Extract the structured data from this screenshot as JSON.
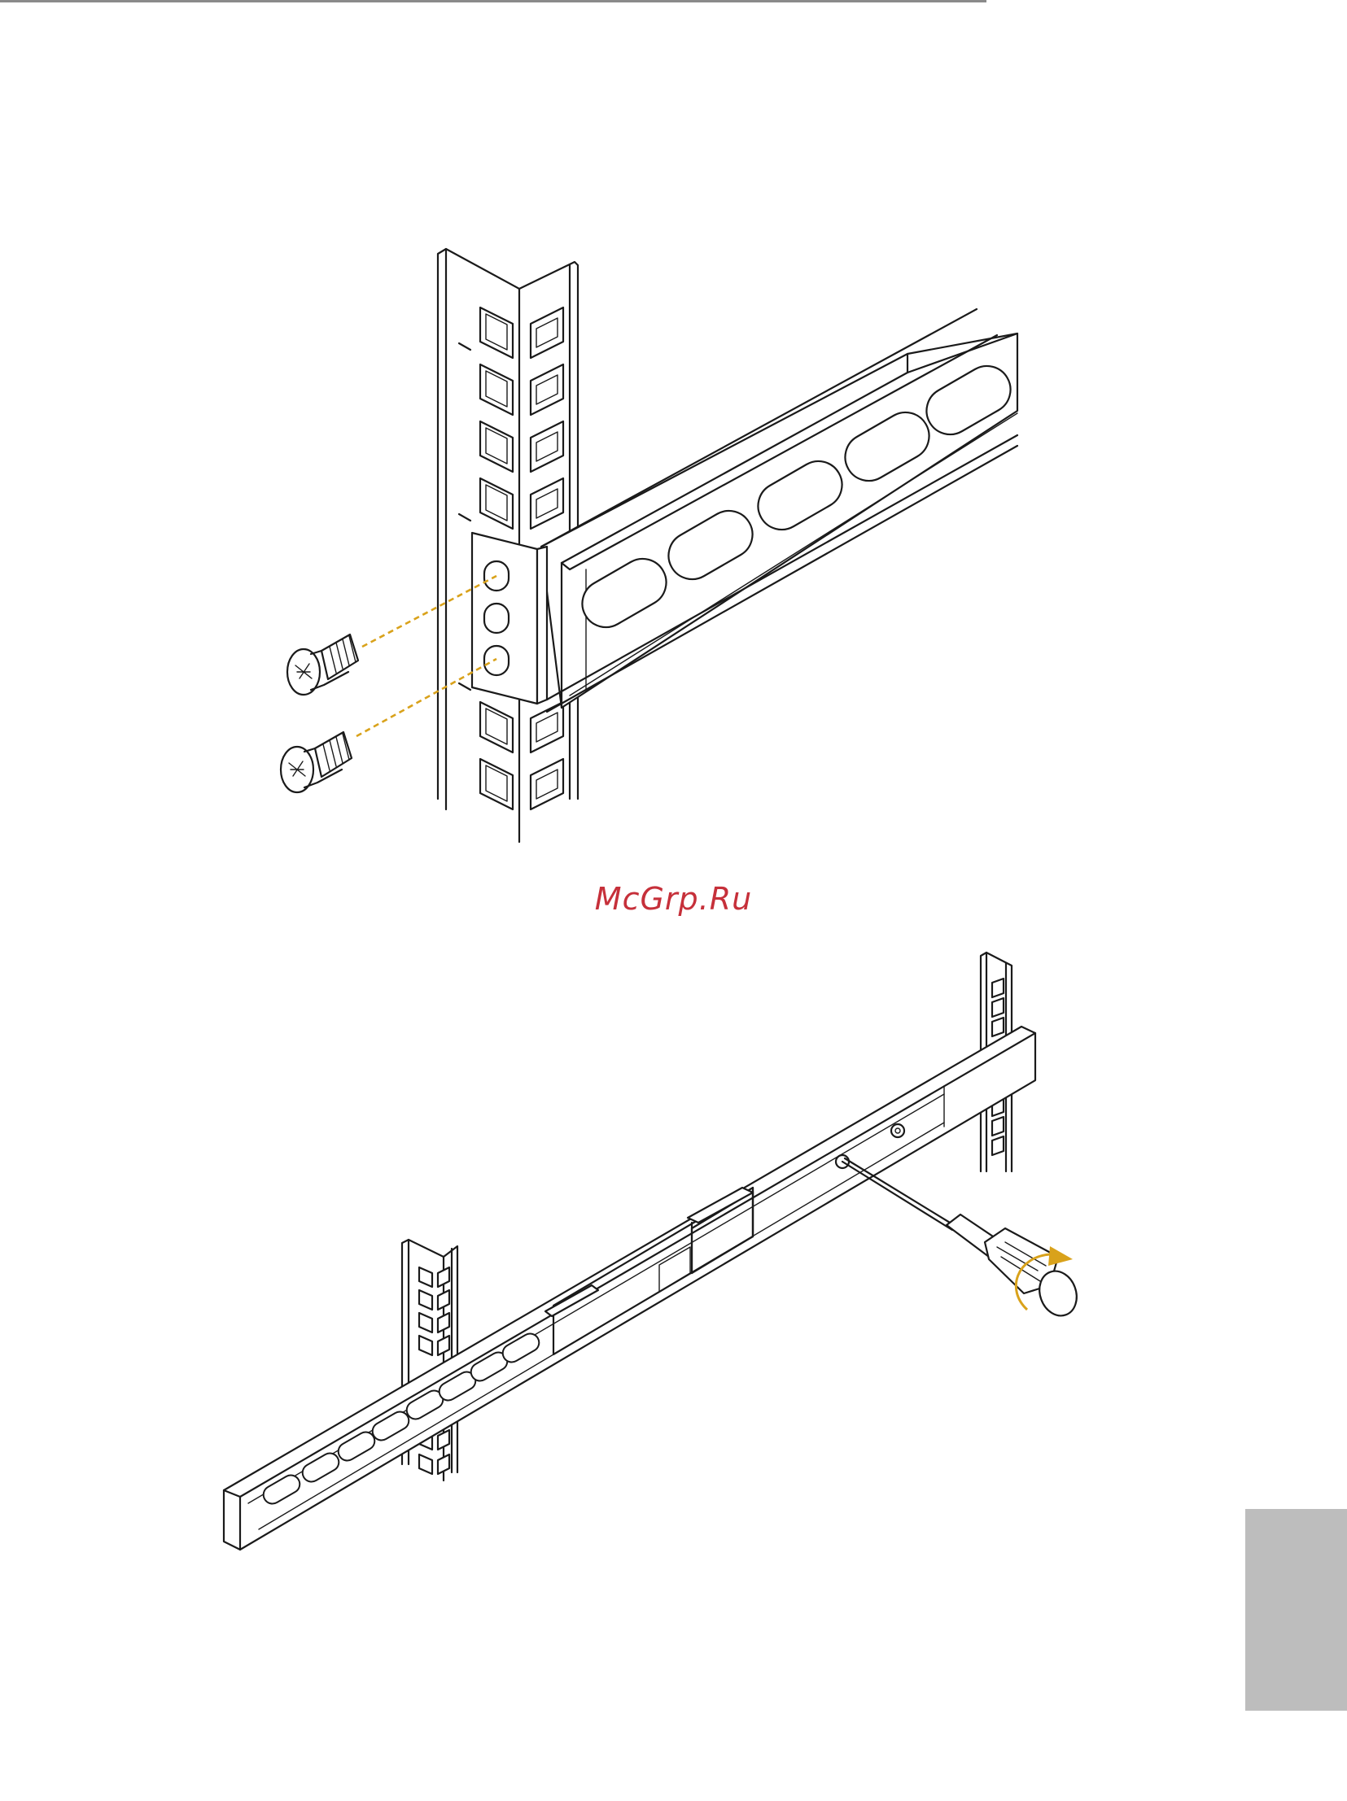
{
  "watermark": {
    "text": "McGrp.Ru",
    "color": "#c6303a"
  },
  "colors": {
    "accent_dash": "#d9a21b",
    "rotate_arrow": "#d9a21b",
    "side_tab": "#bdbdbd",
    "top_rule": "#8a8a8a"
  },
  "figures": [
    {
      "name": "rail-front-mount",
      "icons": [
        "rack-post-icon",
        "rail-bracket-icon",
        "screw-icon",
        "screw-icon"
      ]
    },
    {
      "name": "rail-length-adjust",
      "icons": [
        "rack-post-icon",
        "rack-post-icon",
        "sliding-rail-icon",
        "screwdriver-icon",
        "rotate-arrow-icon"
      ]
    }
  ]
}
